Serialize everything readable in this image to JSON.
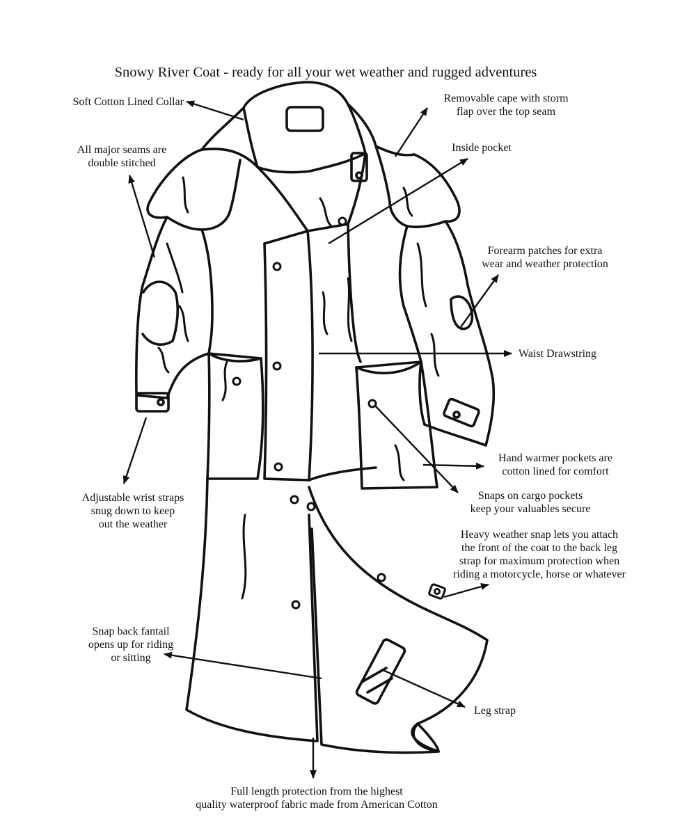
{
  "title": "Snowy River Coat - ready for all your wet weather and rugged adventures",
  "callouts": {
    "collar": "Soft Cotton Lined Collar",
    "cape": "Removable cape with storm\nflap over the top seam",
    "seams": "All major seams are\ndouble stitched",
    "inside_pocket": "Inside pocket",
    "forearm": "Forearm patches for extra\nwear and weather protection",
    "drawstring": "Waist Drawstring",
    "hand_warmer": "Hand warmer pockets are\ncotton lined for comfort",
    "wrist": "Adjustable wrist straps\nsnug down to keep\nout the weather",
    "cargo_snaps": "Snaps on cargo pockets\nkeep your valuables secure",
    "weather_snap": "Heavy weather snap lets you attach\nthe front of the coat to the back leg\nstrap for maximum protection when\nriding a motorcycle, horse or whatever",
    "fantail": "Snap back fantail\nopens up for riding\nor sitting",
    "leg_strap": "Leg strap",
    "full_length": "Full length protection from the highest\nquality waterproof fabric made from American Cotton"
  },
  "colors": {
    "ink": "#111111",
    "paper": "#ffffff"
  }
}
